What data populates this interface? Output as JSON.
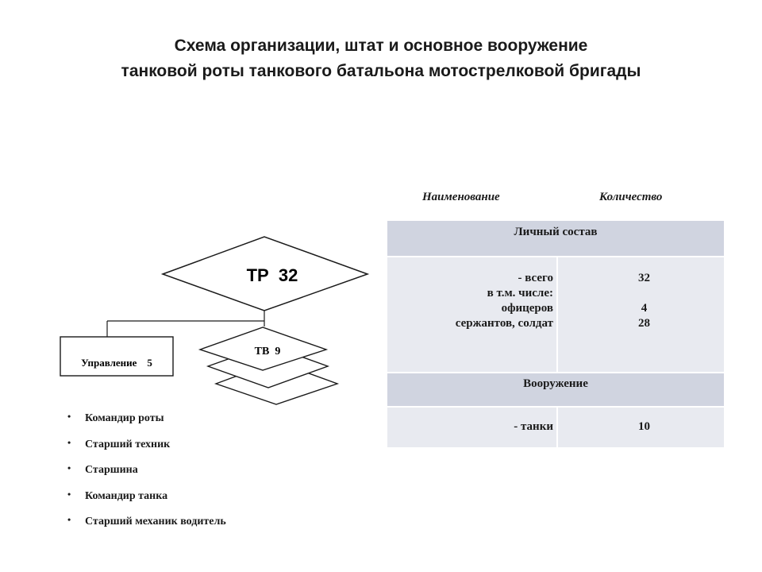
{
  "title": {
    "line1": "Схема организации, штат и основное вооружение",
    "line2": "танковой роты танкового батальона мотострелковой бригады"
  },
  "diagram": {
    "company_label": "ТР  32",
    "platoon_label": "ТВ  9",
    "management_label": "Управление    5",
    "platoon_stack_count": 3
  },
  "table": {
    "col_name": "Наименование",
    "col_qty": "Количество",
    "section_personnel": "Личный состав",
    "personnel_labels": [
      "- всего",
      "в т.м. числе:",
      "офицеров",
      "сержантов, солдат"
    ],
    "personnel_values": [
      "32",
      "",
      "4",
      "28"
    ],
    "section_weapons": "Вооружение",
    "tanks_label": "- танки",
    "tanks_value": "10"
  },
  "bullets": [
    "Командир роты",
    "Старший техник",
    "Старшина",
    "Командир танка",
    "Старший механик водитель"
  ],
  "colors": {
    "header_band": "#d0d4e0",
    "body_band": "#e8eaf0",
    "line": "#1a1a1a"
  }
}
